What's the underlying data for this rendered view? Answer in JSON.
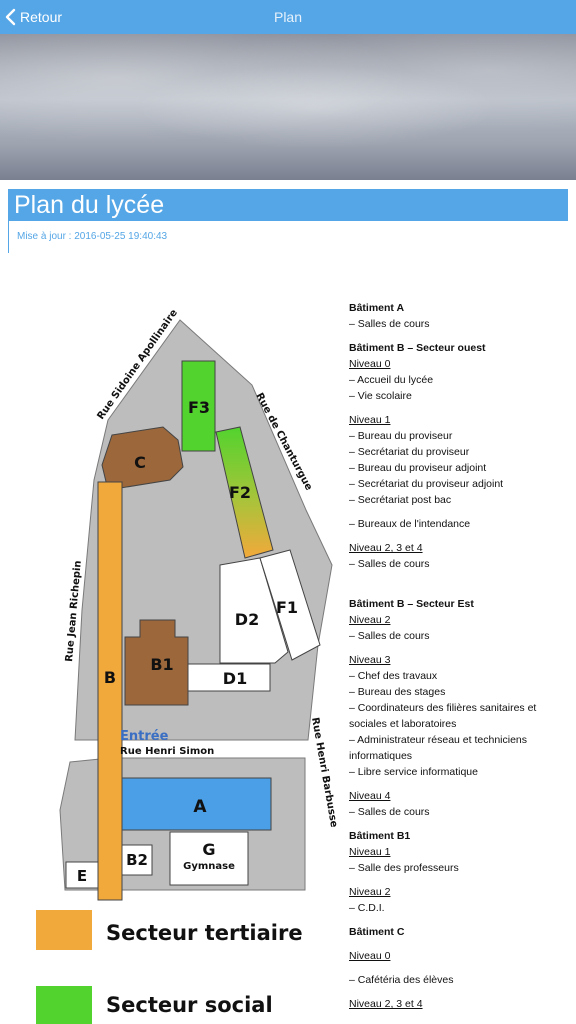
{
  "nav": {
    "back_label": "Retour",
    "title": "Plan"
  },
  "page": {
    "title": "Plan du lycée",
    "updated": "Mise à jour : 2016-05-25 19:40:43"
  },
  "map": {
    "streets": {
      "sidoine": "Rue Sidoine Apollinaire",
      "chanturgue": "Rue de Chanturgue",
      "richepin": "Rue Jean Richepin",
      "simon": "Rue Henri Simon",
      "barbusse": "Rue Henri Barbusse"
    },
    "buildings": {
      "f3": "F3",
      "c": "C",
      "f2": "F2",
      "d2": "D2",
      "f1": "F1",
      "b1": "B1",
      "d1": "D1",
      "b": "B",
      "a": "A",
      "g": "G",
      "gymnase": "Gymnase",
      "b2": "B2",
      "e": "E"
    },
    "entree": "Entrée",
    "legend": {
      "tertiaire": "Secteur tertiaire",
      "social": "Secteur social"
    },
    "colors": {
      "tertiaire": "#f2a93b",
      "social": "#52d32e",
      "b1_c": "#9b673b",
      "a": "#4a9fe6"
    }
  },
  "info": {
    "l1": "Bâtiment A",
    "l2": "– Salles de cours",
    "l3": "Bâtiment B – Secteur ouest",
    "l4": "Niveau 0",
    "l5": "– Accueil du lycée",
    "l6": "– Vie scolaire",
    "l7": "Niveau 1",
    "l8": "– Bureau du proviseur",
    "l9": "– Secrétariat du proviseur",
    "l10": "– Bureau du proviseur adjoint",
    "l11": "– Secrétariat du proviseur adjoint",
    "l12": "– Secrétariat post bac",
    "l13": "– Bureaux de l'intendance",
    "l14": "Niveau 2, 3 et 4",
    "l15": "– Salles de cours",
    "l16": "Bâtiment B – Secteur Est",
    "l17": "Niveau 2",
    "l18": "– Salles de cours",
    "l19": "Niveau 3",
    "l20": "– Chef des travaux",
    "l21": "– Bureau des stages",
    "l22": "– Coordinateurs des filières sanitaires et sociales et laboratoires",
    "l23": "– Administrateur réseau et techniciens informatiques",
    "l24": "– Libre service informatique",
    "l25": "Niveau 4",
    "l26": "– Salles de cours",
    "l27": "Bâtiment B1",
    "l28": "Niveau 1",
    "l29": "– Salle des professeurs",
    "l30": "Niveau 2",
    "l31": "– C.D.I.",
    "l32": "Bâtiment C",
    "l33": "Niveau 0",
    "l34": "– Cafétéria des élèves",
    "l35": "Niveau 2, 3 et 4"
  }
}
